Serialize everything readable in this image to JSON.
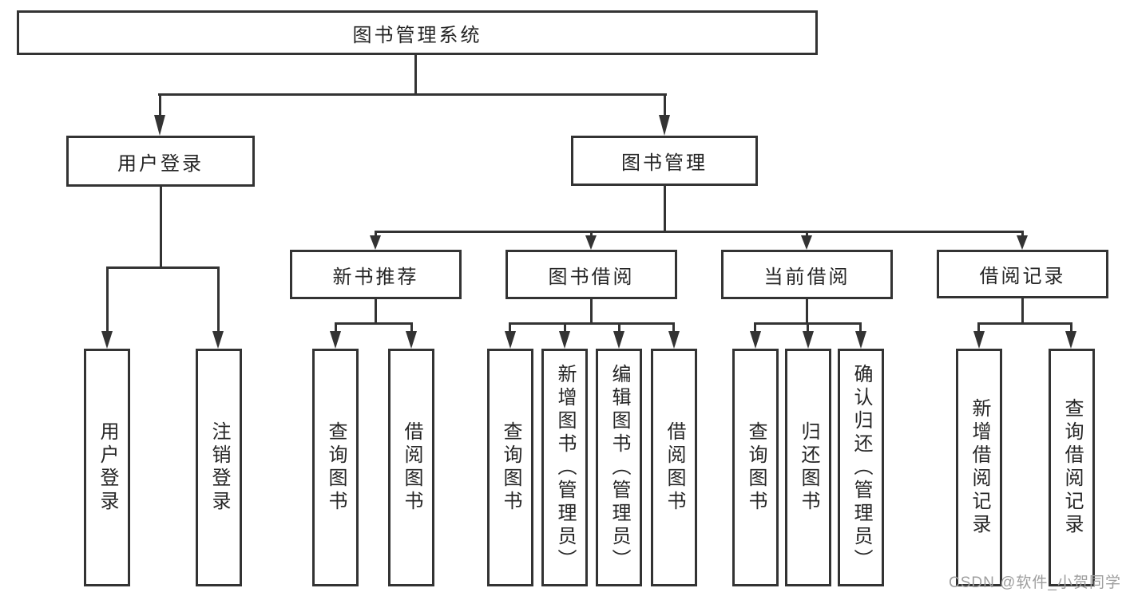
{
  "tree": {
    "root": {
      "label": "图书管理系统",
      "children": [
        {
          "label": "用户登录",
          "children": [
            {
              "label": "用户登录"
            },
            {
              "label": "注销登录"
            }
          ]
        },
        {
          "label": "图书管理",
          "children": [
            {
              "label": "新书推荐",
              "children": [
                {
                  "label": "查询图书"
                },
                {
                  "label": "借阅图书"
                }
              ]
            },
            {
              "label": "图书借阅",
              "children": [
                {
                  "label": "查询图书"
                },
                {
                  "label": "新增图书（管理员）"
                },
                {
                  "label": "编辑图书（管理员）"
                },
                {
                  "label": "借阅图书"
                }
              ]
            },
            {
              "label": "当前借阅",
              "children": [
                {
                  "label": "查询图书"
                },
                {
                  "label": "归还图书"
                },
                {
                  "label": "确认归还（管理员）"
                }
              ]
            },
            {
              "label": "借阅记录",
              "children": [
                {
                  "label": "新增借阅记录"
                },
                {
                  "label": "查询借阅记录"
                }
              ]
            }
          ]
        }
      ]
    }
  },
  "watermark": {
    "text": "CSDN @软件_小贺同学"
  },
  "colors": {
    "line": "#333333",
    "box_border": "#333333",
    "text": "#252525",
    "background": "#ffffff",
    "watermark": "#9e9e9e"
  }
}
